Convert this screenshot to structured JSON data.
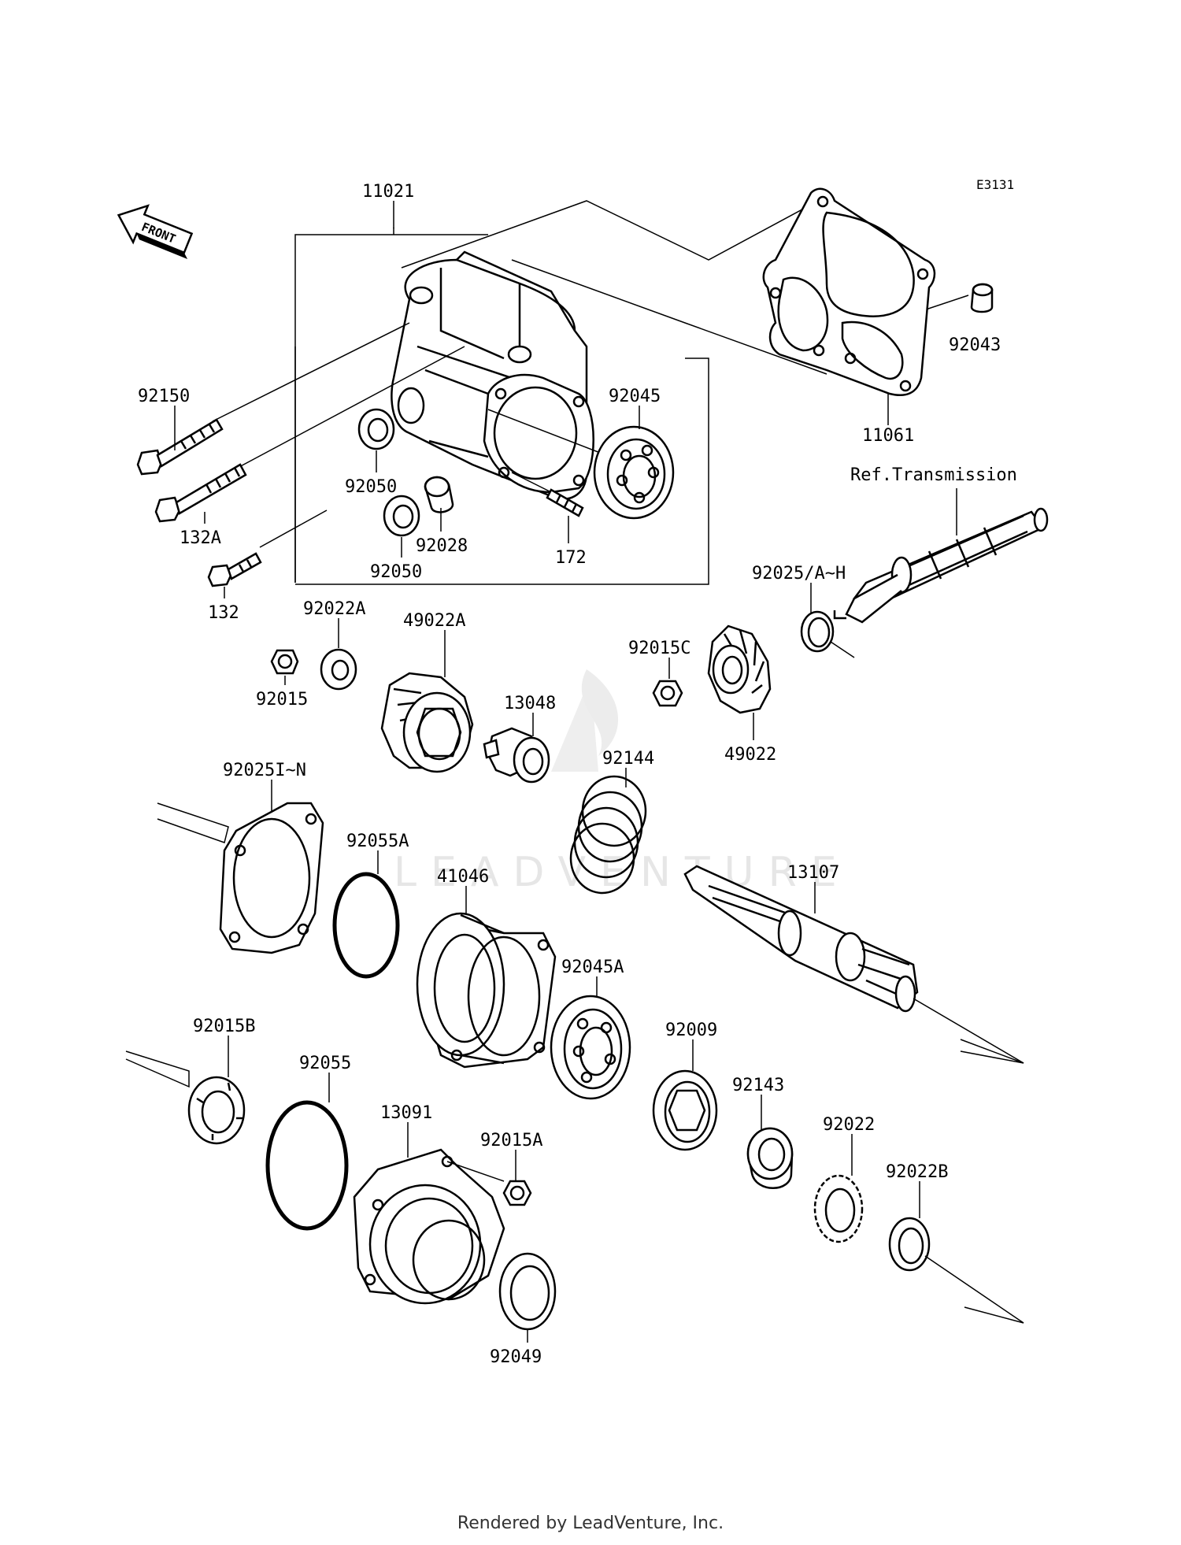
{
  "diagram_code": "E3131",
  "front_label": "FRONT",
  "watermark": "LEADVENTURE",
  "footer": "Rendered by LeadVenture, Inc.",
  "callouts": {
    "c11021": "11021",
    "c11061": "11061",
    "c92043": "92043",
    "c92150": "92150",
    "c92045": "92045",
    "c92050a": "92050",
    "c92050b": "92050",
    "c92028": "92028",
    "c172": "172",
    "c132A": "132A",
    "c132": "132",
    "cRefTrans": "Ref.Transmission",
    "c92025AH": "92025/A~H",
    "c92022A": "92022A",
    "c49022A": "49022A",
    "c92015C": "92015C",
    "c92015": "92015",
    "c13048": "13048",
    "c49022": "49022",
    "c92144": "92144",
    "c92025IN": "92025I~N",
    "c92055A": "92055A",
    "c41046": "41046",
    "c13107": "13107",
    "c92045A": "92045A",
    "c92009": "92009",
    "c92015B": "92015B",
    "c92055": "92055",
    "c92143": "92143",
    "c13091": "13091",
    "c92015A": "92015A",
    "c92022": "92022",
    "c92022B": "92022B",
    "c92049": "92049"
  }
}
